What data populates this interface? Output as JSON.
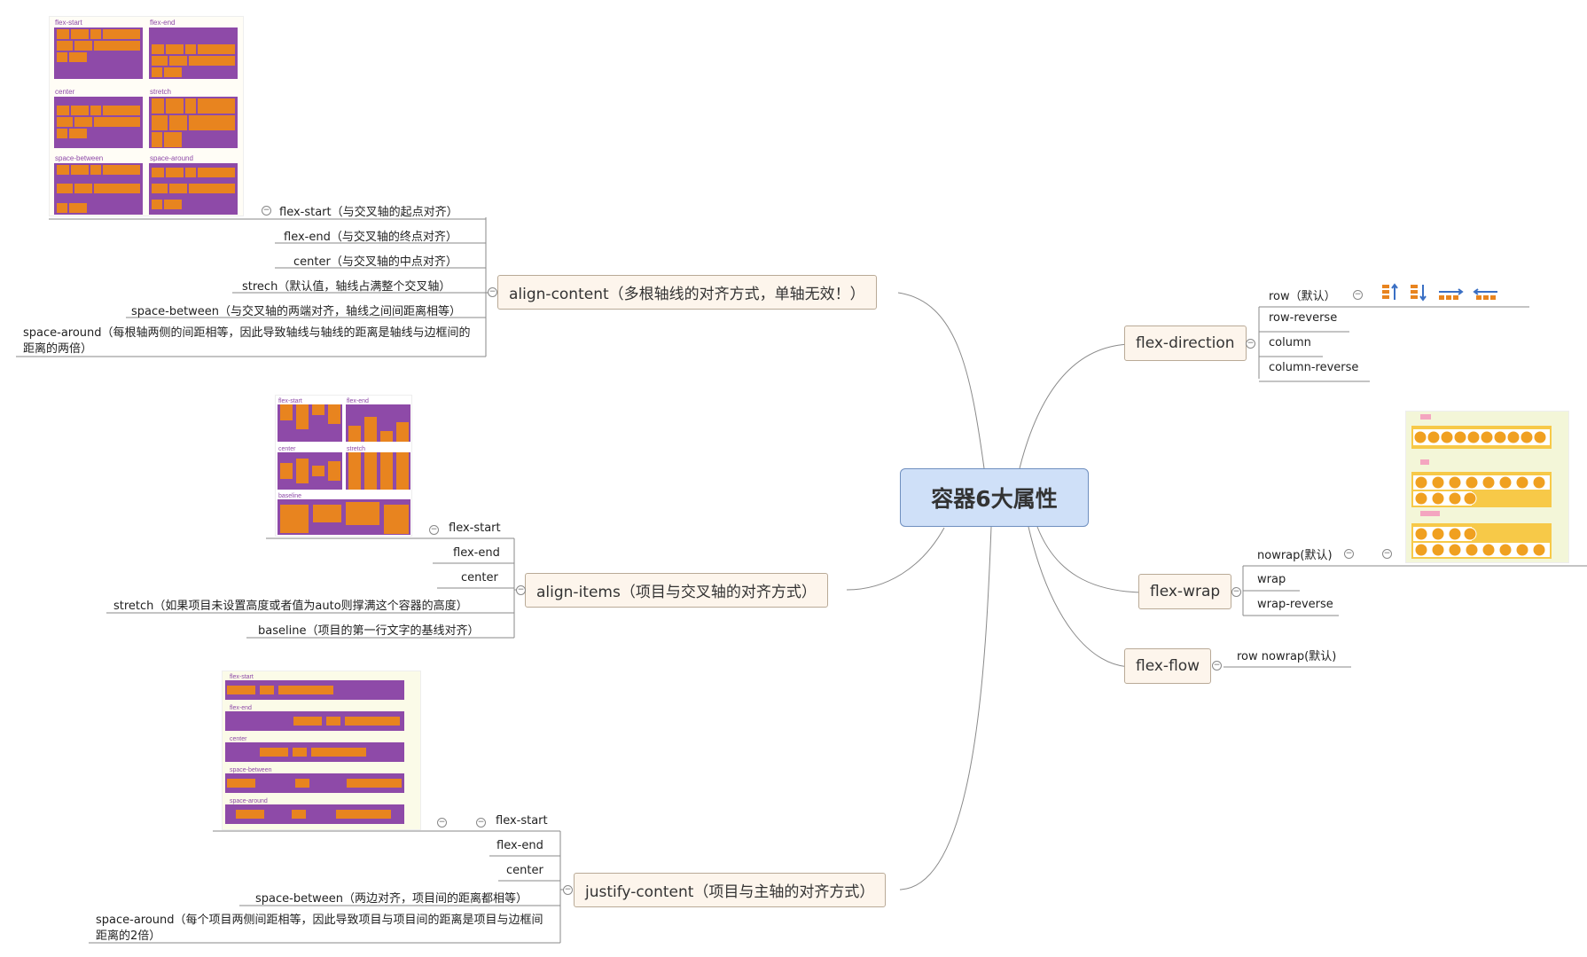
{
  "central": {
    "label": "容器6大属性"
  },
  "align_content": {
    "label": "align-content（多根轴线的对齐方式，单轴无效！）",
    "items": [
      "flex-start（与交叉轴的起点对齐）",
      "flex-end（与交叉轴的终点对齐）",
      "center（与交叉轴的中点对齐）",
      "strech（默认值，轴线占满整个交叉轴）",
      "space-between（与交叉轴的两端对齐，轴线之间间距离相等）",
      "space-around（每根轴两侧的间距相等，因此导致轴线与轴线的距离是轴线与边框间的距离的两倍）"
    ],
    "image_labels": [
      "flex-start",
      "flex-end",
      "center",
      "stretch",
      "space-between",
      "space-around"
    ]
  },
  "align_items": {
    "label": "align-items（项目与交叉轴的对齐方式）",
    "items": [
      "flex-start",
      "flex-end",
      "center",
      "stretch（如果项目未设置高度或者值为auto则撑满这个容器的高度）",
      "baseline（项目的第一行文字的基线对齐）"
    ],
    "image_labels": [
      "flex-start",
      "flex-end",
      "center",
      "stretch",
      "baseline"
    ]
  },
  "justify_content": {
    "label": "justify-content（项目与主轴的对齐方式）",
    "items": [
      "flex-start",
      "flex-end",
      "center",
      "space-between（两边对齐，项目间的距离都相等）",
      "space-around（每个项目两侧间距相等，因此导致项目与项目间的距离是项目与边框间距离的2倍）"
    ],
    "image_labels": [
      "flex-start",
      "flex-end",
      "center",
      "space-between",
      "space-around"
    ]
  },
  "flex_direction": {
    "label": "flex-direction",
    "items": [
      "row（默认）",
      "row-reverse",
      "column",
      "column-reverse"
    ]
  },
  "flex_wrap": {
    "label": "flex-wrap",
    "items": [
      "nowrap(默认)",
      "wrap",
      "wrap-reverse"
    ]
  },
  "flex_flow": {
    "label": "flex-flow",
    "items": [
      "row nowrap(默认)"
    ]
  },
  "colors": {
    "purple": "#8e4aa8",
    "orange": "#e8841f",
    "central_fill": "#cfe0f8",
    "node_fill": "#fdf5ec",
    "yellow": "#f7c948"
  }
}
